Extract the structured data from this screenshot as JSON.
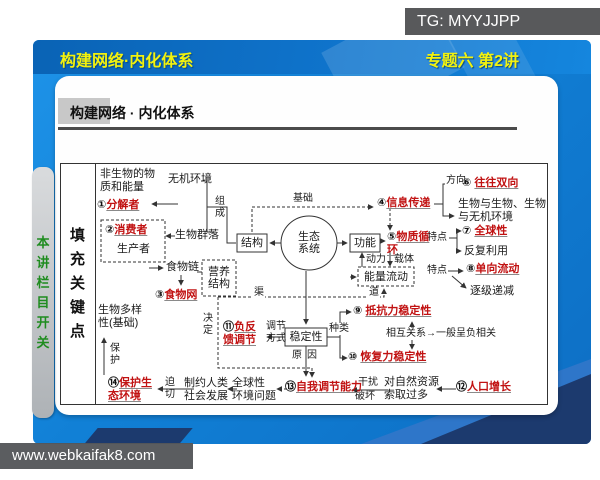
{
  "badge": {
    "text": "TG: MYYJJPP"
  },
  "header": {
    "left_title": "构建网络·内化体系",
    "right_title": "专题六 第2讲"
  },
  "side_tab": {
    "text": "本讲栏目开关"
  },
  "card": {
    "title": "构建网络 · 内化体系"
  },
  "fill_col": {
    "text": "填充关键点"
  },
  "watermark": {
    "text": "www.webkaifak8.com"
  },
  "colors": {
    "slide_blue": "#1180d6",
    "header_blue": "#0a63b5",
    "accent_yellow": "#f2f20e",
    "answer_red": "#c11212",
    "tab_green": "#1f8c1f",
    "corner_navy": "#1c3a6e",
    "badge_gray": "#58595b"
  },
  "diagram": {
    "boxes": {
      "structure": "结构",
      "function": "功能",
      "stability": "稳定性",
      "ecosystem": "生态\n系统",
      "trophic_structure": "营养\n结构",
      "energy_flow": "能量流动"
    },
    "labels": {
      "abiotic": "非生物的物\n质和能量",
      "inorganic_env": "无机环境",
      "composition": "组\n成",
      "biotic_community": "生物群落",
      "producer": "生产者",
      "food_chain": "食物链",
      "determines": "决\n定",
      "channel_left": "渠",
      "channel_right": "道",
      "basis": "基础",
      "regulation_mode": "调节\n方式",
      "types": "种类",
      "reason": "原因",
      "mutual_relation": "相互关系→一般呈负相关",
      "direction": "方向",
      "scope": "生物与生物、生物\n与无机环境",
      "feature1": "特点",
      "reuse": "反复利用",
      "motive": "动力",
      "carrier": "载体",
      "feature2": "特点",
      "decrease": "逐级递减",
      "biodiversity": "生物多样\n性(基础)",
      "protect": "保\n护",
      "urgent": "迫\n切",
      "constrain": "制约人类\n社会发展",
      "global_env": "全球性\n环境问题",
      "disturb": "干扰",
      "destroy": "破坏",
      "resources": "对自然资源\n索取过多"
    },
    "items": {
      "n1": {
        "num": "①",
        "text": "分解者"
      },
      "n2": {
        "num": "②",
        "text": "消费者"
      },
      "n3": {
        "num": "③",
        "text": "食物网"
      },
      "n4": {
        "num": "④",
        "text": "信息传递"
      },
      "n5": {
        "num": "⑤",
        "text": "物质循\n环"
      },
      "n6": {
        "num": "⑥ ",
        "text": "往往双向"
      },
      "n7": {
        "num": "⑦ ",
        "text": "全球性"
      },
      "n8": {
        "num": "⑧",
        "text": "单向流动"
      },
      "n9": {
        "num": "⑨ ",
        "text": "抵抗力稳定性"
      },
      "n10": {
        "num": "⑩ ",
        "text": "恢复力稳定性"
      },
      "n11": {
        "num": "⑪",
        "text": "负反\n馈调节"
      },
      "n12": {
        "num": "⑫",
        "text": "人口增长"
      },
      "n13": {
        "num": "⑬",
        "text": "自我调节能力"
      },
      "n14": {
        "num": "⑭",
        "text": "保护生\n态环境"
      }
    }
  }
}
